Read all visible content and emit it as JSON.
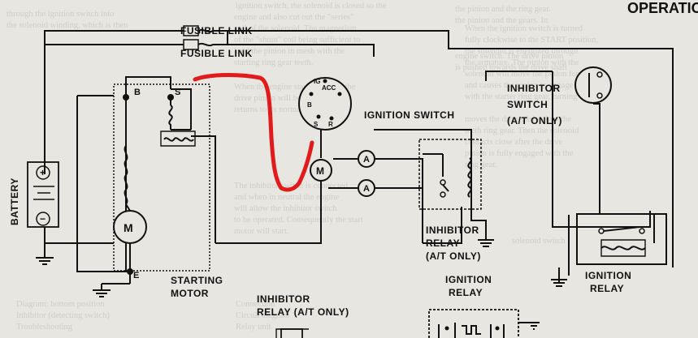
{
  "labels": {
    "fusible_link_1": "FUSIBLE LINK",
    "fusible_link_2": "FUSIBLE LINK",
    "ignition_switch": "IGNITION SWITCH",
    "inhibitor_switch_l1": "INHIBITOR",
    "inhibitor_switch_l2": "SWITCH",
    "inhibitor_switch_l3": "(A/T ONLY)",
    "inhibitor_relay_l1": "INHIBITOR",
    "inhibitor_relay_l2": "RELAY",
    "inhibitor_relay_l3": "(A/T ONLY)",
    "ignition_relay_l1": "IGNITION",
    "ignition_relay_l2": "RELAY",
    "ignition_relay_top_l1": "IGNITION",
    "ignition_relay_top_l2": "RELAY",
    "inhibitor_relay_bottom_l1": "INHIBITOR",
    "inhibitor_relay_bottom_l2": "RELAY (A/T ONLY)",
    "battery": "BATTERY",
    "starting_motor_l1": "STARTING",
    "starting_motor_l2": "MOTOR",
    "title_fragment": "OPERATION"
  },
  "terminals": {
    "b": "B",
    "s": "S",
    "e": "E",
    "ig": "IG",
    "acc": "ACC",
    "b_sw": "B",
    "s_sw": "S",
    "r": "R",
    "m": "M",
    "a1": "A",
    "a2": "A",
    "plus": "+",
    "minus": "−"
  },
  "colors": {
    "paper": "#e7e6e1",
    "ink": "#111111",
    "annotation": "#e11b1b"
  }
}
